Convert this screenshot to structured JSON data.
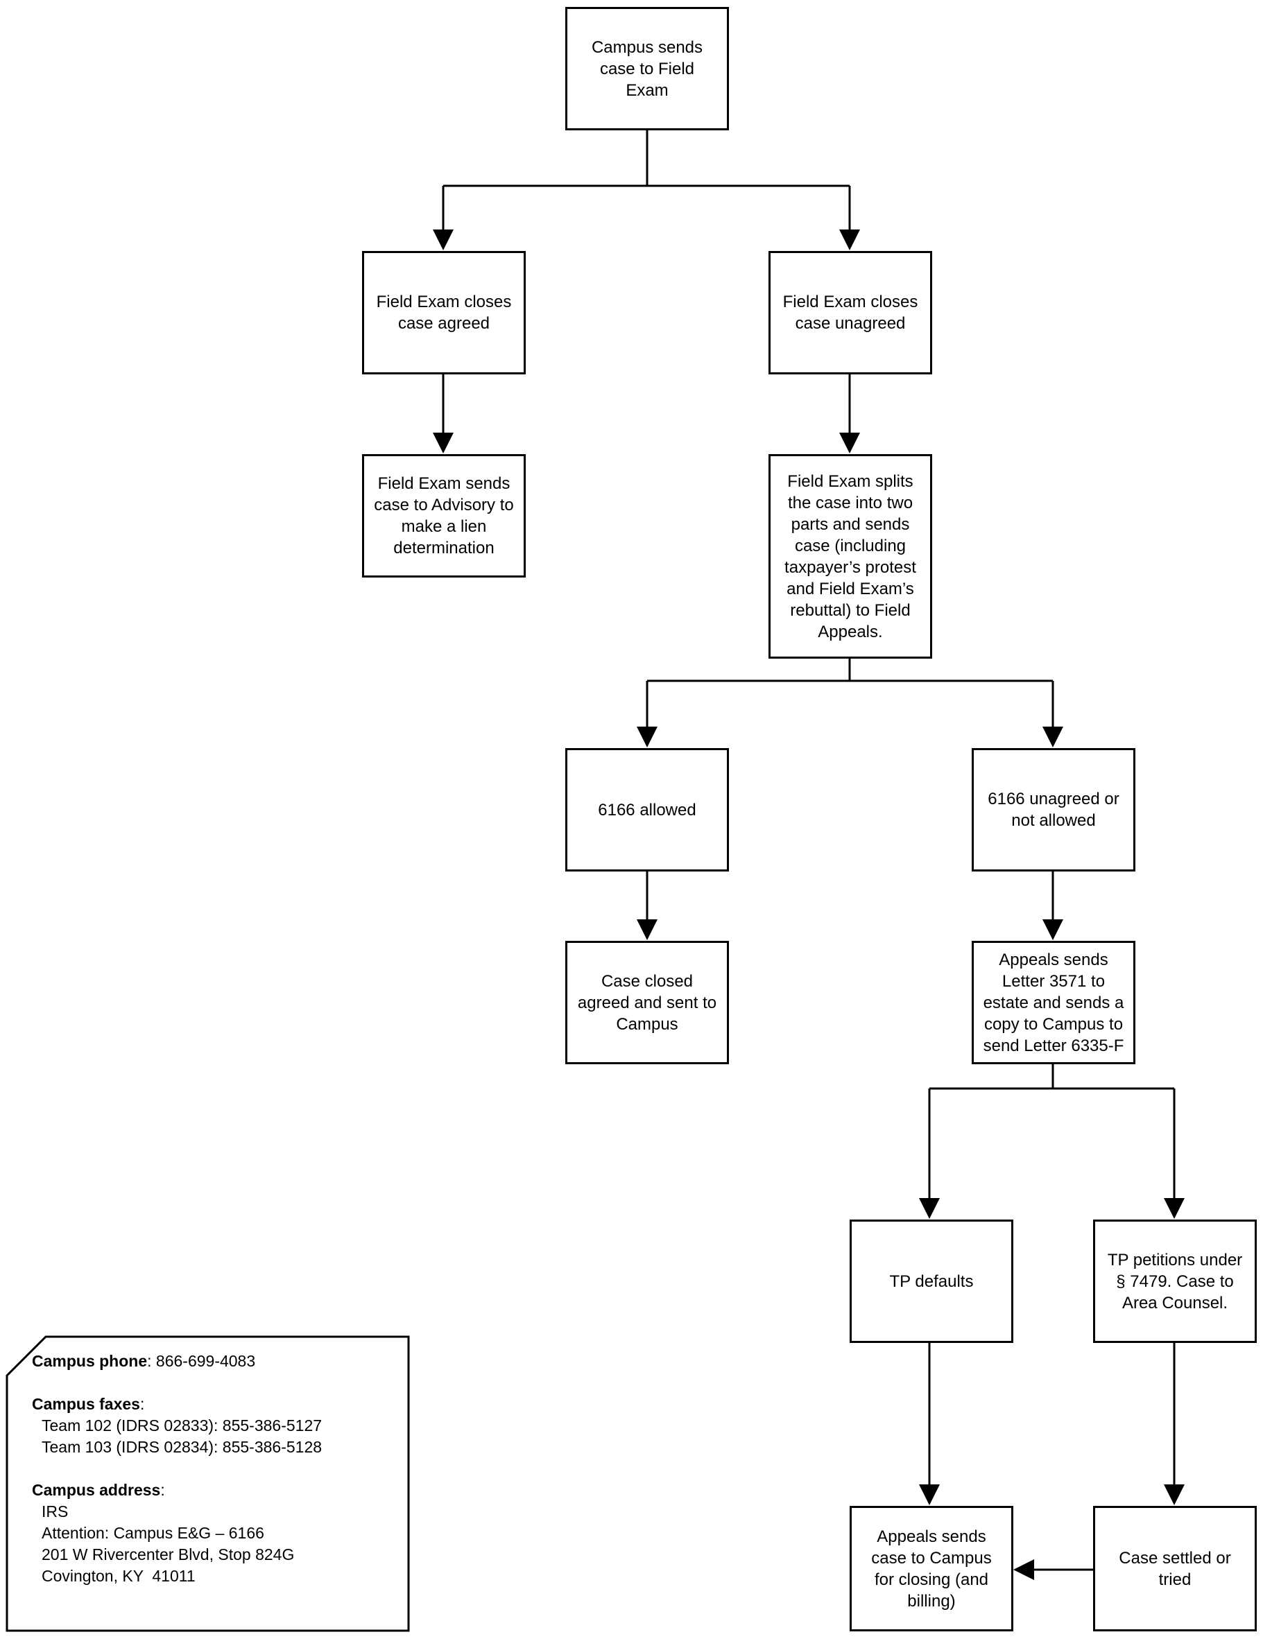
{
  "nodes": {
    "campus_sends": "Campus sends\ncase to Field\nExam",
    "closes_agreed": "Field Exam closes\ncase agreed",
    "closes_unagreed": "Field Exam closes\ncase unagreed",
    "sends_advisory": "Field Exam sends\ncase to Advisory to\nmake a lien\ndetermination",
    "splits_case": "Field Exam splits\nthe case into two\nparts and sends\ncase (including\ntaxpayer’s protest\nand Field Exam’s\nrebuttal) to Field\nAppeals.",
    "allowed_6166": "6166 allowed",
    "unagreed_6166": "6166 unagreed or\nnot allowed",
    "case_closed_agreed": "Case closed\nagreed and sent to\nCampus",
    "appeals_letter": "Appeals sends\nLetter 3571 to\nestate and sends a\ncopy to Campus to\nsend Letter 6335-F",
    "tp_defaults": "TP defaults",
    "tp_petitions": "TP petitions under\n§ 7479. Case to\nArea Counsel.",
    "appeals_sends_campus": "Appeals sends\ncase to Campus\nfor closing (and\nbilling)",
    "case_settled": "Case settled or\ntried"
  },
  "contact": {
    "phone_label": "Campus phone",
    "phone_value": ": 866-699-4083",
    "faxes_label": "Campus faxes",
    "faxes_colon": ":",
    "fax_team_102": "Team 102 (IDRS 02833): 855-386-5127",
    "fax_team_103": "Team 103 (IDRS 02834): 855-386-5128",
    "address_label": "Campus address",
    "address_colon": ":",
    "address_lines": [
      "IRS",
      "Attention: Campus E&G – 6166",
      "201 W Rivercenter Blvd, Stop 824G",
      "Covington, KY  41011"
    ]
  }
}
